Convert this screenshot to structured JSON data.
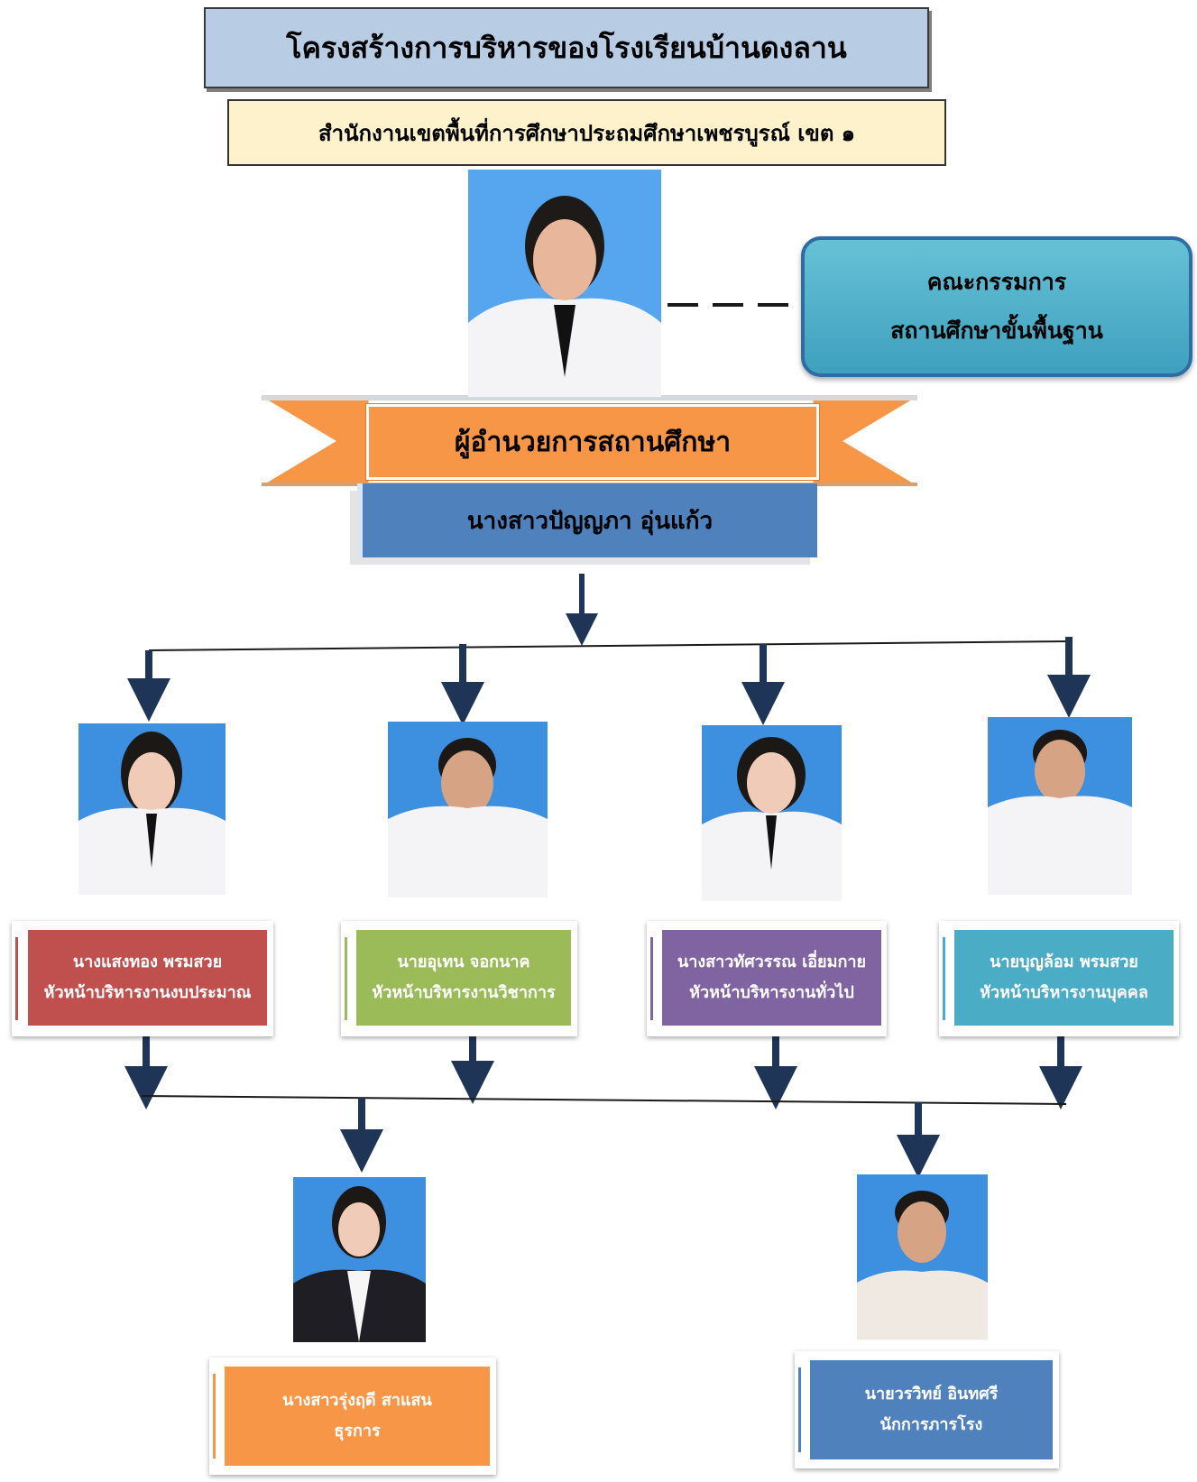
{
  "header": {
    "title": "โครงสร้างการบริหารของโรงเรียนบ้านดงลาน",
    "office": "สำนักงานเขตพื้นที่การศึกษาประถมศึกษาเพชรบูรณ์ เขต ๑"
  },
  "board": {
    "line1": "คณะกรรมการ",
    "line2": "สถานศึกษาขั้นพื้นฐาน"
  },
  "director": {
    "role": "ผู้อำนวยการสถานศึกษา",
    "name": "นางสาวปัญญภา อุ่นแก้ว"
  },
  "heads": [
    {
      "name": "นางแสงทอง  พรมสวย",
      "role": "หัวหน้าบริหารงานงบประมาณ",
      "color": "#c0504d"
    },
    {
      "name": "นายอุเทน  จอกนาค",
      "role": "หัวหน้าบริหารงานวิชาการ",
      "color": "#9bbb59"
    },
    {
      "name": "นางสาวทัศวรรณ เอี่ยมกาย",
      "role": "หัวหน้าบริหารงานทั่วไป",
      "color": "#8064a2"
    },
    {
      "name": "นายบุญล้อม  พรมสวย",
      "role": "หัวหน้าบริหารงานบุคคล",
      "color": "#4bacc6"
    }
  ],
  "staff": [
    {
      "name": "นางสาวรุ่งฤดี สาแสน",
      "role": "ธุรการ",
      "color": "#f79646"
    },
    {
      "name": "นายวรวิทย์ อินทศรี",
      "role": "นักการภารโรง",
      "color": "#4f81bd"
    }
  ],
  "icons": [
    "portrait-photo",
    "down-arrow-icon"
  ]
}
